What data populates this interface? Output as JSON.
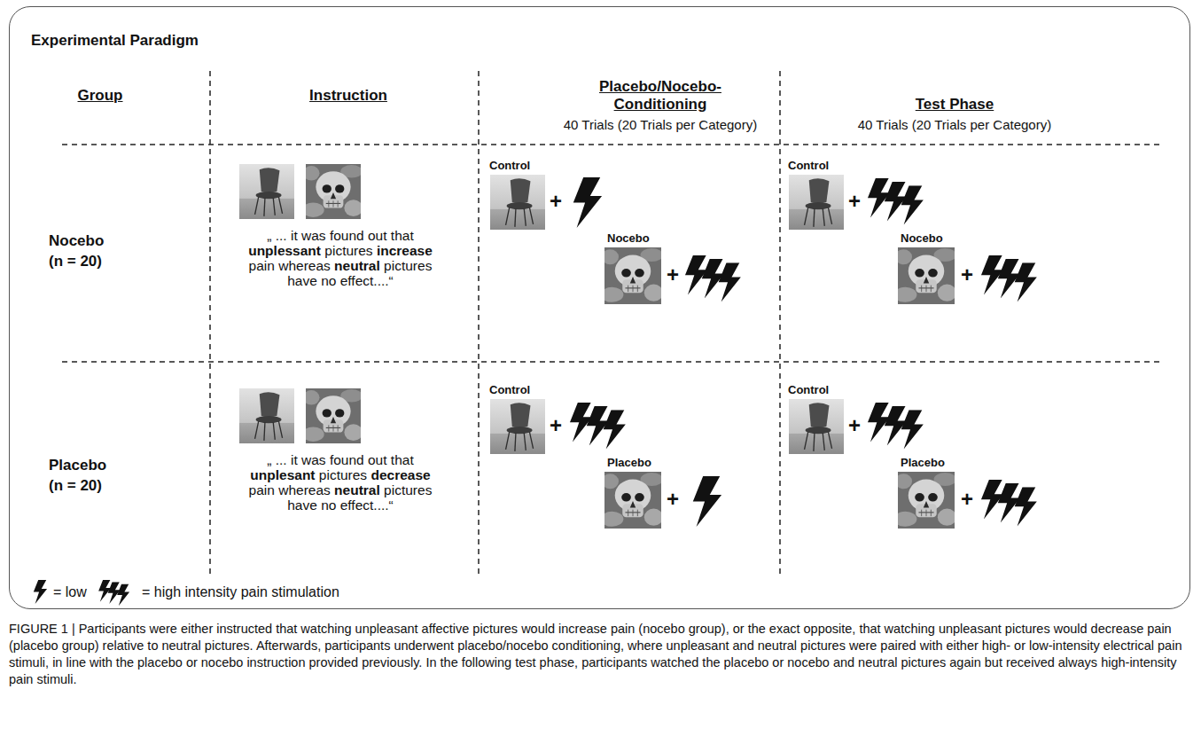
{
  "diagram": {
    "caption": "FIGURE 1 | Participants were either instructed that watching unpleasant affective pictures would increase pain (nocebo group), or the exact opposite, that watching unpleasant pictures would decrease pain (placebo group) relative to neutral pictures. Afterwards, participants underwent placebo/nocebo conditioning, where unpleasant and neutral pictures were paired with either high- or low-intensity electrical pain stimuli, in line with the placebo or nocebo instruction provided previously. In the following test phase, participants watched the placebo or nocebo and neutral pictures again but received always high-intensity pain stimuli.",
    "nodes": [
      {
        "text": [
          "Experimental Paradigm"
        ]
      }
    ],
    "labels": [
      "Group",
      "Instruction",
      "Placebo/Nocebo-Conditioning",
      "40 Trials (20 Trials per Category)",
      "Test Phase",
      "40 Trials (20 Trials per Category)",
      "Nocebo",
      "(n = 20)",
      "„ ... it was found out that",
      "unplessant",
      "pictures",
      "increase",
      "pain whereas",
      "neutral",
      "pictures have no effect....“",
      "Control",
      "+",
      "Nocebo",
      "+",
      "Control",
      "+",
      "Nocebo",
      "+",
      "Placebo",
      "(n = 20)",
      "„ ... it was found out that",
      "unplesant",
      "pictures",
      "decrease",
      "pain whereas",
      "neutral",
      "pictures have no effect....“",
      "Control",
      "+",
      "Placebo",
      "+",
      "Control",
      "+",
      "Placebo",
      "+"
    ],
    "legend": [
      {
        "text": "= low"
      },
      {
        "text": "= high intensity pain stimulation"
      }
    ]
  }
}
